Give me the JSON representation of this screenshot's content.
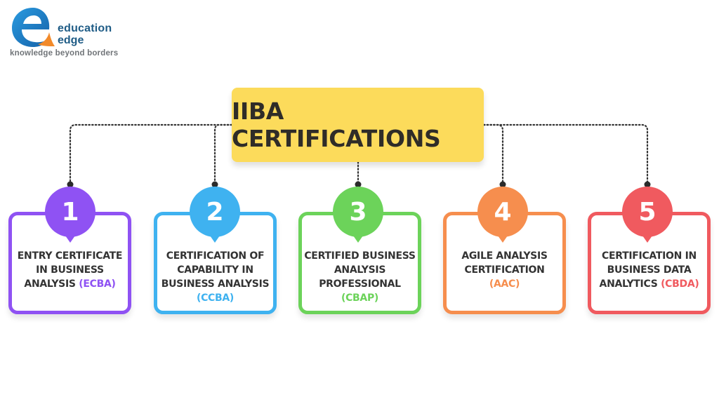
{
  "logo": {
    "word1": "education",
    "word2": "edge",
    "tagline": "knowledge beyond borders",
    "colors": {
      "primary": "#1f5c86",
      "swirl": "#1e88d0",
      "accent": "#f28a2a",
      "tagline": "#707478"
    }
  },
  "title": {
    "text": "IIBA CERTIFICATIONS",
    "background": "#fcdb5b",
    "color": "#2f2c28"
  },
  "connector": {
    "style": "dotted",
    "color": "#333333"
  },
  "certifications": [
    {
      "number": "1",
      "name": "ENTRY CERTIFICATE IN BUSINESS ANALYSIS",
      "lines": [
        "ENTRY CERTIFICATE",
        "IN BUSINESS",
        "ANALYSIS"
      ],
      "abbr": "(ECBA)",
      "abbr_inline": true,
      "color": "#8f52f3"
    },
    {
      "number": "2",
      "name": "CERTIFICATION OF CAPABILITY IN BUSINESS ANALYSIS",
      "lines": [
        "CERTIFICATION OF",
        "CAPABILITY IN",
        "BUSINESS ANALYSIS"
      ],
      "abbr": "(CCBA)",
      "abbr_inline": false,
      "color": "#3fb2f0"
    },
    {
      "number": "3",
      "name": "CERTIFIED BUSINESS ANALYSIS PROFESSIONAL",
      "lines": [
        "CERTIFIED BUSINESS",
        "ANALYSIS",
        "PROFESSIONAL"
      ],
      "abbr": "(CBAP)",
      "abbr_inline": false,
      "color": "#6cd35a"
    },
    {
      "number": "4",
      "name": "AGILE ANALYSIS CERTIFICATION",
      "lines": [
        "AGILE ANALYSIS",
        "CERTIFICATION"
      ],
      "abbr": "(AAC)",
      "abbr_inline": false,
      "color": "#f68e4e"
    },
    {
      "number": "5",
      "name": "CERTIFICATION IN BUSINESS DATA ANALYTICS",
      "lines": [
        "CERTIFICATION IN",
        "BUSINESS DATA",
        "ANALYTICS"
      ],
      "abbr": "(CBDA)",
      "abbr_inline": true,
      "color": "#f05a5f"
    }
  ]
}
